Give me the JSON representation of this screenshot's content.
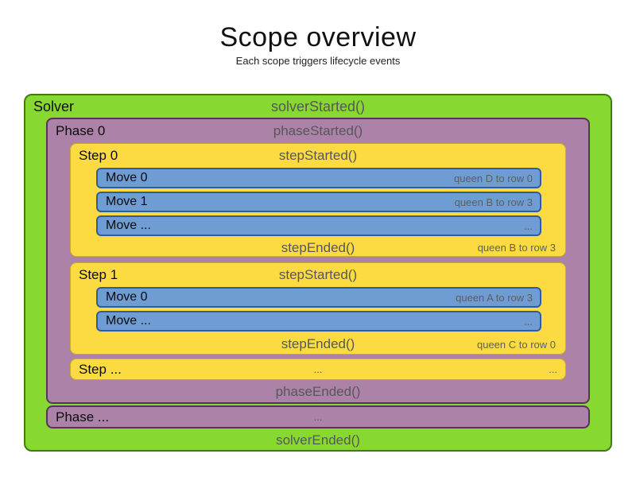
{
  "page": {
    "title": "Scope overview",
    "subtitle": "Each scope triggers lifecycle events"
  },
  "colors": {
    "solver_fill": "#87d932",
    "solver_border": "#3f7d0f",
    "phase_fill": "#ac82a9",
    "phase_border": "#553557",
    "step_fill": "#fcdb42",
    "step_border": "#c9ad27",
    "move_fill": "#6f9cd3",
    "move_border": "#2e5c9e",
    "event_text": "#575757",
    "note_text": "#5e5e5e"
  },
  "solver": {
    "label": "Solver",
    "started": "solverStarted()",
    "ended": "solverEnded()",
    "phases": [
      {
        "label": "Phase 0",
        "started": "phaseStarted()",
        "ended": "phaseEnded()",
        "steps": [
          {
            "label": "Step 0",
            "started": "stepStarted()",
            "ended": "stepEnded()",
            "ended_note": "queen B to row 3",
            "moves": [
              {
                "label": "Move 0",
                "note": "queen D to row 0"
              },
              {
                "label": "Move 1",
                "note": "queen B to row 3"
              },
              {
                "label": "Move ...",
                "note": "..."
              }
            ]
          },
          {
            "label": "Step 1",
            "started": "stepStarted()",
            "ended": "stepEnded()",
            "ended_note": "queen C to row 0",
            "moves": [
              {
                "label": "Move 0",
                "note": "queen A to row 3"
              },
              {
                "label": "Move ...",
                "note": "..."
              }
            ]
          },
          {
            "label": "Step ...",
            "center": "...",
            "right": "..."
          }
        ]
      },
      {
        "label": "Phase ...",
        "center": "..."
      }
    ]
  }
}
